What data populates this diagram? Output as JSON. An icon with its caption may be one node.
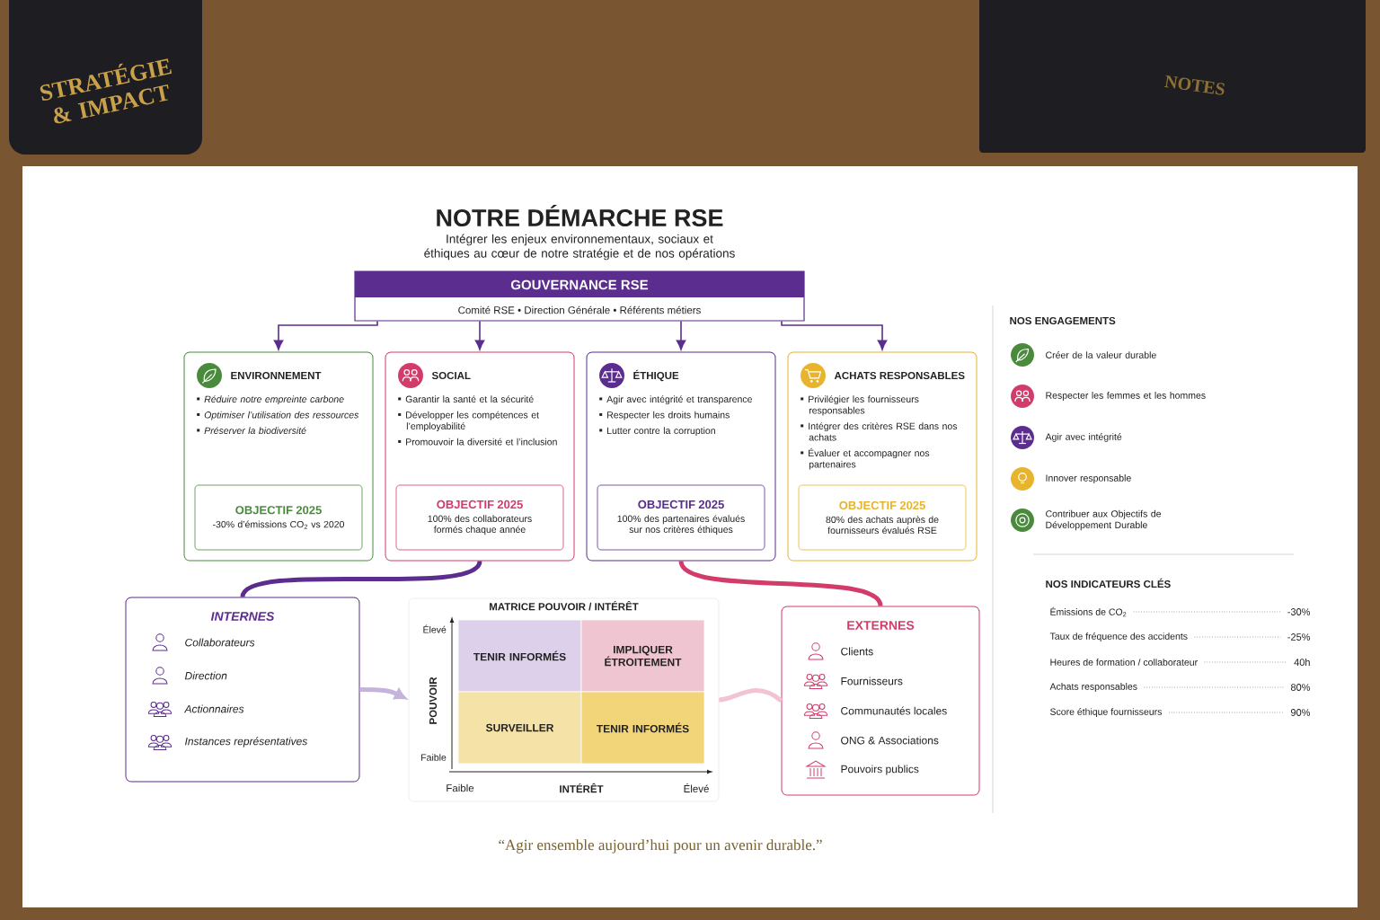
{
  "diagram": {
    "title": "NOTRE DÉMARCHE RSE",
    "nodes": [
      {
        "text": [
          "GOUVERNANCE RSE",
          "Comité RSE • Direction Générale • Référents métiers"
        ]
      },
      {
        "text": [
          "ENVIRONNEMENT",
          "Réduire notre empreinte carbone",
          "Optimiser l’utilisation des ressources",
          "Préserver la biodiversité"
        ]
      },
      {
        "text": [
          "OBJECTIF 2025",
          "-30% d’émissions CO$_{2}$ vs 2020"
        ],
        "in": 1
      },
      {
        "text": [
          "SOCIAL",
          "Garantir la santé et la sécurité",
          "Développer les compétences et l’employabilité",
          "Promouvoir la diversité et l’inclusion"
        ]
      },
      {
        "text": [
          "OBJECTIF 2025",
          "100% des collaborateurs formés chaque année"
        ],
        "in": 3
      },
      {
        "text": [
          "ÉTHIQUE",
          "Agir avec intégrité et transparence",
          "Respecter les droits humains",
          "Lutter contre la corruption"
        ]
      },
      {
        "text": [
          "OBJECTIF 2025",
          "100% des partenaires évalués sur nos critères éthiques"
        ],
        "in": 5
      },
      {
        "text": [
          "ACHATS RESPONSABLES",
          "Privilégier les fournisseurs responsables",
          "Intégrer des critères RSE dans nos achats",
          "Évaluer et accompagner nos partenaires"
        ]
      },
      {
        "text": [
          "OBJECTIF 2025",
          "80% des achats auprès de fournisseurs évalués RSE"
        ],
        "in": 7
      },
      {
        "text": [
          "INTERNES",
          "Collaborateurs",
          "Direction",
          "Actionnaires",
          "Instances représentatives"
        ]
      },
      {
        "text": [
          "MATRICE POUVOIR / INTÉRÊT"
        ]
      },
      {
        "text": [
          "TENIR INFORMÉS"
        ],
        "in": 10
      },
      {
        "text": [
          "IMPLIQUER ÉTROITEMENT"
        ],
        "in": 10
      },
      {
        "text": [
          "SURVEILLER"
        ],
        "in": 10
      },
      {
        "text": [
          "TENIR INFORMÉS"
        ],
        "in": 10
      },
      {
        "text": [
          "EXTERNES",
          "Clients",
          "Fournisseurs",
          "Communautés locales",
          "ONG & Associations",
          "Pouvoirs publics"
        ]
      }
    ],
    "edges": [
      {
        "from": 0,
        "to": 1,
        "arrow": "to"
      },
      {
        "from": 0,
        "to": 3,
        "arrow": "to"
      },
      {
        "from": 0,
        "to": 5,
        "arrow": "to"
      },
      {
        "from": 0,
        "to": 7,
        "arrow": "to"
      },
      {
        "from": 3,
        "to": 9,
        "arrow": "none",
        "style": "thick"
      },
      {
        "from": 5,
        "to": 15,
        "arrow": "none",
        "style": "thick",
        "color": "#d23c6a"
      },
      {
        "from": 9,
        "to": 10,
        "arrow": "to",
        "style": "thick",
        "color": "#c4b3dd"
      },
      {
        "from": 15,
        "to": 10,
        "arrow": "none",
        "style": "thick",
        "color": "#f2c4d1"
      }
    ],
    "labels": [
      "STRATÉGIE & IMPACT",
      "NOTES",
      "Intégrer les enjeux environnementaux, sociaux et éthiques au cœur de notre stratégie et de nos opérations",
      "NOS ENGAGEMENTS",
      "Créer de la valeur durable",
      "Respecter les femmes et les hommes",
      "Agir avec intégrité",
      "Innover responsable",
      "Contribuer aux Objectifs de Développement Durable",
      "Élevé",
      "POUVOIR",
      "Faible",
      "Faible",
      "INTÉRÊT",
      "Élevé",
      "NOS INDICATEURS CLÉS",
      "Émissions de CO$_{2}$",
      "-30%",
      "Taux de fréquence des accidents",
      "-25%",
      "Heures de formation / collaborateur",
      "40h",
      "Achats responsables",
      "80%",
      "Score éthique fournisseurs",
      "90%",
      "“Agir ensemble aujourd’hui pour un avenir durable.”"
    ]
  }
}
